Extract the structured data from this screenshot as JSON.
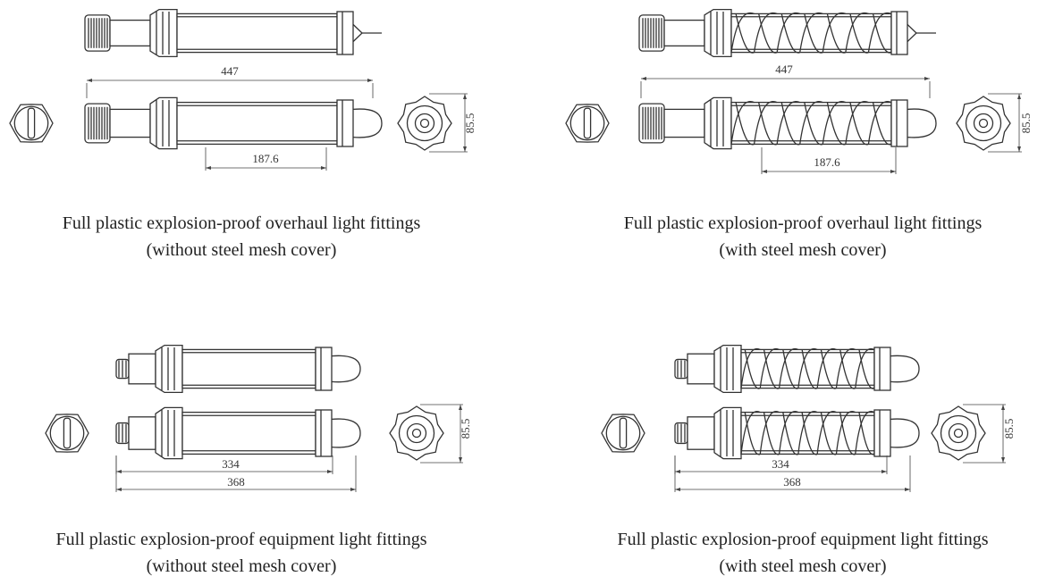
{
  "panels": [
    {
      "id": "overhaul-without-mesh",
      "caption_line1": "Full plastic explosion-proof overhaul light fittings",
      "caption_line2": "(without steel mesh cover)",
      "dim_length": "447",
      "dim_body": "187.6",
      "dim_diameter": "85.5"
    },
    {
      "id": "overhaul-with-mesh",
      "caption_line1": "Full plastic explosion-proof overhaul light fittings",
      "caption_line2": "(with steel mesh cover)",
      "dim_length": "447",
      "dim_body": "187.6",
      "dim_diameter": "85.5"
    },
    {
      "id": "equipment-without-mesh",
      "caption_line1": "Full plastic explosion-proof equipment light fittings",
      "caption_line2": "(without steel mesh cover)",
      "dim_inner": "334",
      "dim_length": "368",
      "dim_diameter": "85.5"
    },
    {
      "id": "equipment-with-mesh",
      "caption_line1": "Full plastic explosion-proof equipment light fittings",
      "caption_line2": "(with steel mesh cover)",
      "dim_inner": "334",
      "dim_length": "368",
      "dim_diameter": "85.5"
    }
  ]
}
